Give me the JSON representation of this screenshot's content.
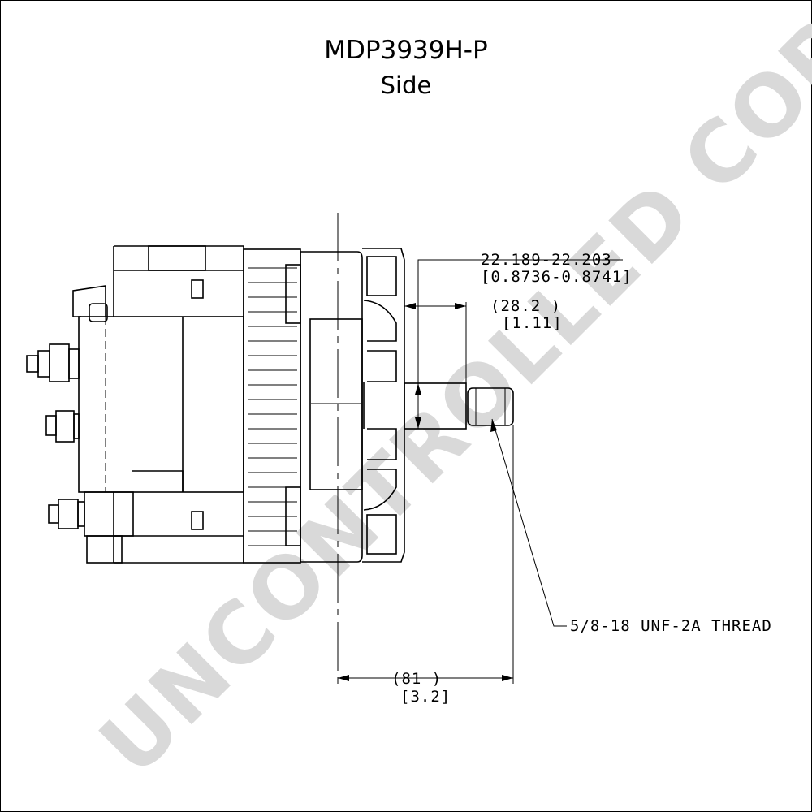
{
  "title": "MDP3939H-P",
  "subtitle": "Side",
  "watermark": "UNCONTROLLED COPY",
  "dimensions": {
    "pilot_diameter_mm": "22.189-22.203",
    "pilot_diameter_in": "[0.8736-0.8741]",
    "pilot_length_mm": "(28.2    )",
    "pilot_length_in": "[1.11]",
    "shaft_length_mm": "(81     )",
    "shaft_length_in": "[3.2]",
    "thread_callout": "5/8-18 UNF-2A THREAD"
  }
}
